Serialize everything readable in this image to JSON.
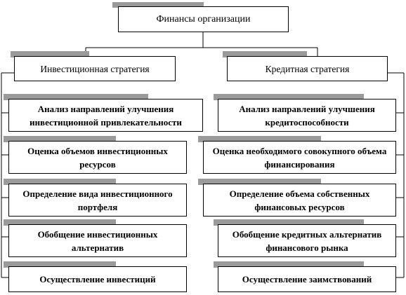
{
  "diagram": {
    "root": "Финансы организации",
    "branches": [
      {
        "label": "Инвестиционная стратегия",
        "steps": [
          "Анализ направлений улучшения инвестиционной привлекательности",
          "Оценка объемов инвестиционных ресурсов",
          "Определение вида инвестиционного портфеля",
          "Обобщение инвестиционных альтернатив",
          "Осуществление инвестиций"
        ]
      },
      {
        "label": "Кредитная стратегия",
        "steps": [
          "Анализ направлений улучшения кредитоспособности",
          "Оценка необходимого совокупного объема финансирования",
          "Определение объема собственных финансовых ресурсов",
          "Обобщение кредитных альтернатив финансового рынка",
          "Осуществление заимствований"
        ]
      }
    ]
  },
  "colors": {
    "border": "#000000",
    "shadow": "#9a9a9a",
    "background": "#ffffff"
  }
}
